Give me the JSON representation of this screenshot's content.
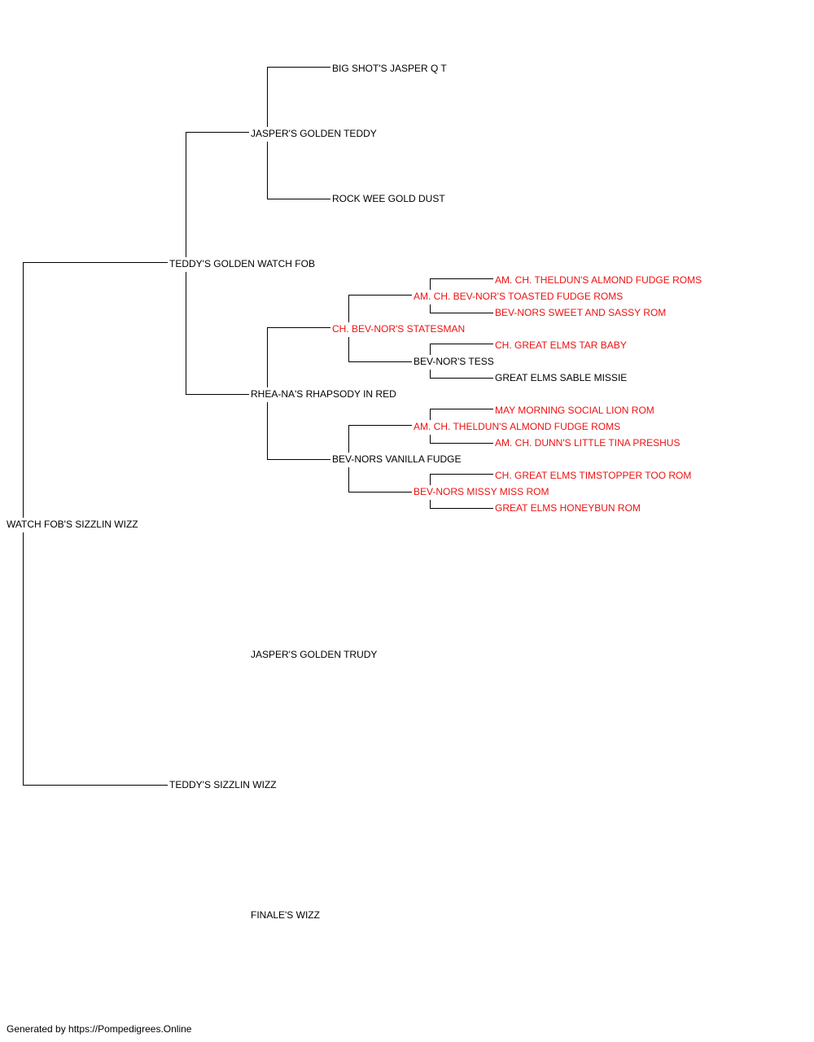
{
  "pedigree": {
    "root": "WATCH FOB'S SIZZLIN WIZZ",
    "sire": "TEDDY'S GOLDEN WATCH FOB",
    "dam": "TEDDY'S SIZZLIN WIZZ",
    "sire_sire": "JASPER'S GOLDEN TEDDY",
    "sire_dam": "RHEA-NA'S RHAPSODY IN RED",
    "dam_sire": "JASPER'S GOLDEN TRUDY",
    "dam_dam": "FINALE'S WIZZ",
    "sss": "BIG SHOT'S JASPER Q T",
    "ssd": "ROCK WEE GOLD DUST",
    "sds": "CH. BEV-NOR'S STATESMAN",
    "sdd": "BEV-NORS VANILLA FUDGE",
    "sdss": "AM. CH. BEV-NOR'S TOASTED FUDGE ROMS",
    "sdsd": "BEV-NOR'S TESS",
    "sdds": "AM. CH. THELDUN'S ALMOND FUDGE ROMS",
    "sddd": "BEV-NORS MISSY MISS ROM",
    "sdsss": "AM. CH. THELDUN'S ALMOND FUDGE ROMS",
    "sdssd": "BEV-NORS SWEET AND SASSY ROM",
    "sdsds": "CH. GREAT ELMS TAR BABY",
    "sdsdd": "GREAT ELMS SABLE MISSIE",
    "sddss": "MAY MORNING SOCIAL LION ROM",
    "sddsd": "AM. CH. DUNN'S LITTLE TINA PRESHUS",
    "sddds": "CH. GREAT ELMS TIMSTOPPER TOO ROM",
    "sdddd": "GREAT ELMS HONEYBUN ROM"
  },
  "colors": {
    "line": "#000000",
    "text": "#000000",
    "highlight": "#ee1111"
  },
  "footer": "Generated by https://Pompedigrees.Online"
}
